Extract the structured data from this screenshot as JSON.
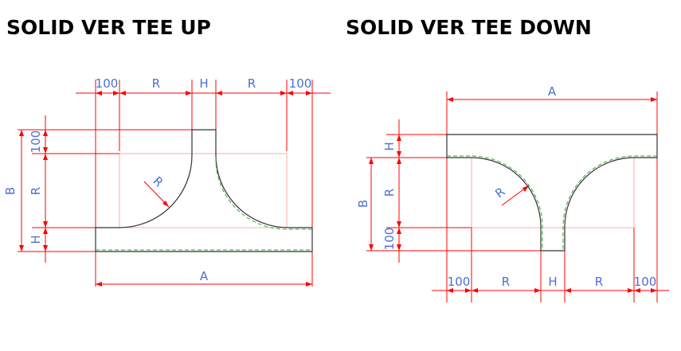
{
  "titles": {
    "up": "SOLID VER TEE UP",
    "down": "SOLID VER TEE DOWN"
  },
  "colors": {
    "dimension_line": "#ff0000",
    "dimension_text": "#4a6fd8",
    "outline": "#000000",
    "guide": "#ffaaaa",
    "dashed": "#33aa33"
  },
  "tee_up": {
    "top_dims": [
      "100",
      "R",
      "H",
      "R",
      "100"
    ],
    "left_dims": [
      "100",
      "R",
      "H"
    ],
    "overall_height": "B",
    "overall_width": "A",
    "radius": "R"
  },
  "tee_down": {
    "top_dim": "A",
    "left_dims": [
      "H",
      "R",
      "100"
    ],
    "overall_height": "B",
    "bottom_dims": [
      "100",
      "R",
      "H",
      "R",
      "100"
    ],
    "radius": "R"
  }
}
